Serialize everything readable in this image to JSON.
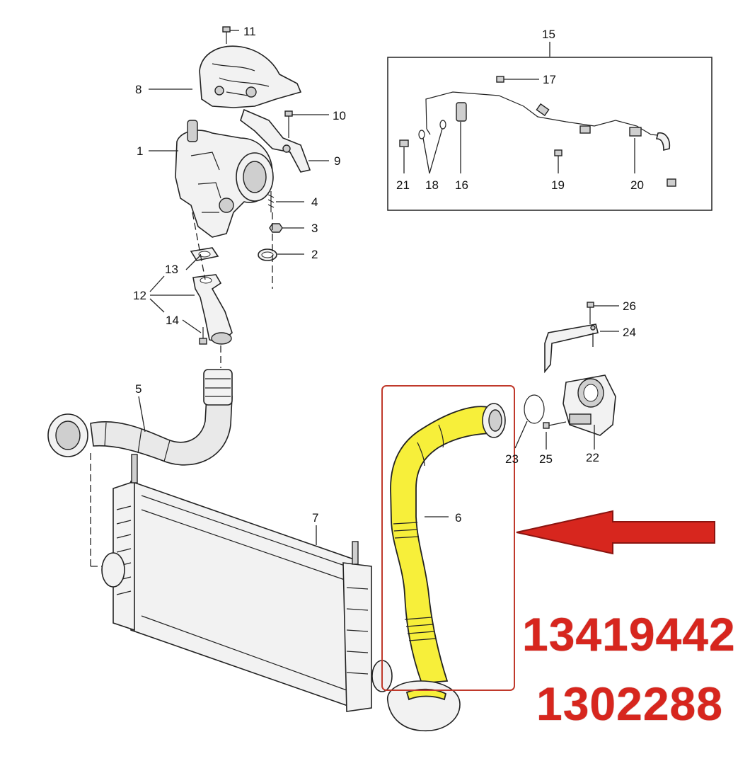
{
  "callouts": [
    {
      "id": "c1",
      "text": "1"
    },
    {
      "id": "c2",
      "text": "2"
    },
    {
      "id": "c3",
      "text": "3"
    },
    {
      "id": "c4",
      "text": "4"
    },
    {
      "id": "c5",
      "text": "5"
    },
    {
      "id": "c6",
      "text": "6"
    },
    {
      "id": "c7",
      "text": "7"
    },
    {
      "id": "c8",
      "text": "8"
    },
    {
      "id": "c9",
      "text": "9"
    },
    {
      "id": "c10",
      "text": "10"
    },
    {
      "id": "c11",
      "text": "11"
    },
    {
      "id": "c12",
      "text": "12"
    },
    {
      "id": "c13",
      "text": "13"
    },
    {
      "id": "c14",
      "text": "14"
    },
    {
      "id": "c15",
      "text": "15"
    },
    {
      "id": "c16",
      "text": "16"
    },
    {
      "id": "c17",
      "text": "17"
    },
    {
      "id": "c18",
      "text": "18"
    },
    {
      "id": "c19",
      "text": "19"
    },
    {
      "id": "c20",
      "text": "20"
    },
    {
      "id": "c21",
      "text": "21"
    },
    {
      "id": "c22",
      "text": "22"
    },
    {
      "id": "c23",
      "text": "23"
    },
    {
      "id": "c24",
      "text": "24"
    },
    {
      "id": "c25",
      "text": "25"
    },
    {
      "id": "c26",
      "text": "26"
    }
  ],
  "part_numbers": [
    "13419442",
    "1302288"
  ],
  "colors": {
    "highlight_part": "#f7ef3a",
    "highlight_frame": "#c0392b",
    "arrow": "#d7261e",
    "part_number_text": "#d7261e"
  },
  "icons": {
    "pointer": "red-arrow-left-icon"
  }
}
